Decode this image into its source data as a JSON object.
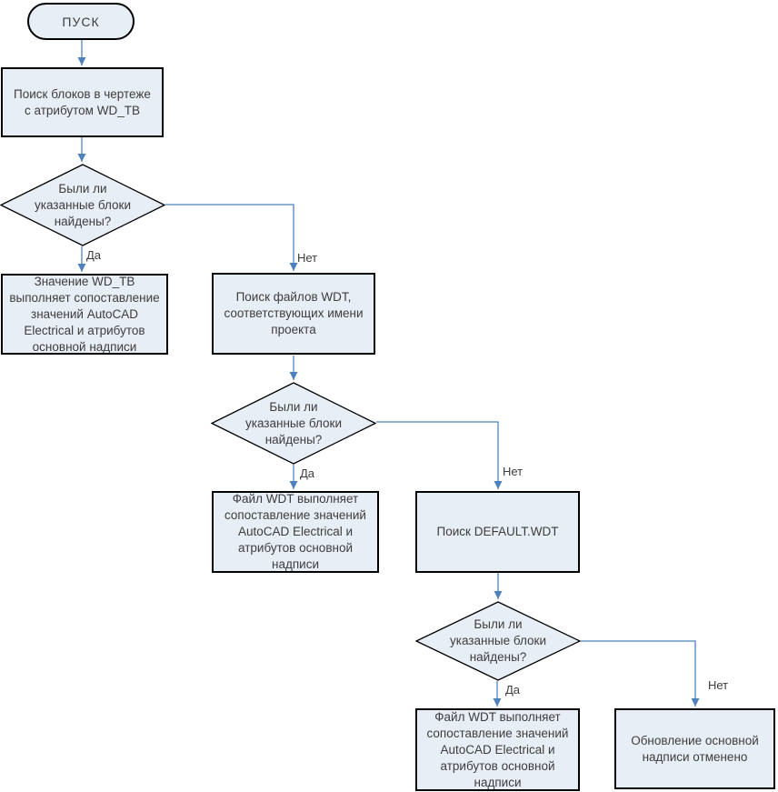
{
  "diagram": {
    "colors": {
      "background": "#ffffff",
      "node_fill": "#e8eef6",
      "node_border": "#000000",
      "arrow": "#4f81bd",
      "text": "#3d3d3d"
    },
    "edge_labels": {
      "yes": "Да",
      "no": "Нет"
    },
    "nodes": {
      "start": {
        "label": "ПУСК"
      },
      "search_blocks": {
        "label": "Поиск блоков в чертеже\nс атрибутом WD_TB"
      },
      "decision1": {
        "label": "Были ли\nуказанные блоки\nнайдены?"
      },
      "wd_tb_mapping": {
        "label": "Значение WD_TB\nвыполняет сопоставление\nзначений AutoCAD\nElectrical и атрибутов\nосновной надписи"
      },
      "search_wdt_files": {
        "label": "Поиск файлов WDT,\nсоответствующих имени\nпроекта"
      },
      "decision2": {
        "label": "Были ли\nуказанные блоки\nнайдены?"
      },
      "wdt_file_mapping": {
        "label": "Файл WDT выполняет\nсопоставление значений\nAutoCAD Electrical и\nатрибутов основной\nнадписи"
      },
      "search_default_wdt": {
        "label": "Поиск DEFAULT.WDT"
      },
      "decision3": {
        "label": "Были ли\nуказанные блоки\nнайдены?"
      },
      "wdt_file_mapping2": {
        "label": "Файл WDT выполняет\nсопоставление значений\nAutoCAD Electrical и\nатрибутов основной\nнадписи"
      },
      "update_cancelled": {
        "label": "Обновление основной\nнадписи отменено"
      }
    }
  }
}
